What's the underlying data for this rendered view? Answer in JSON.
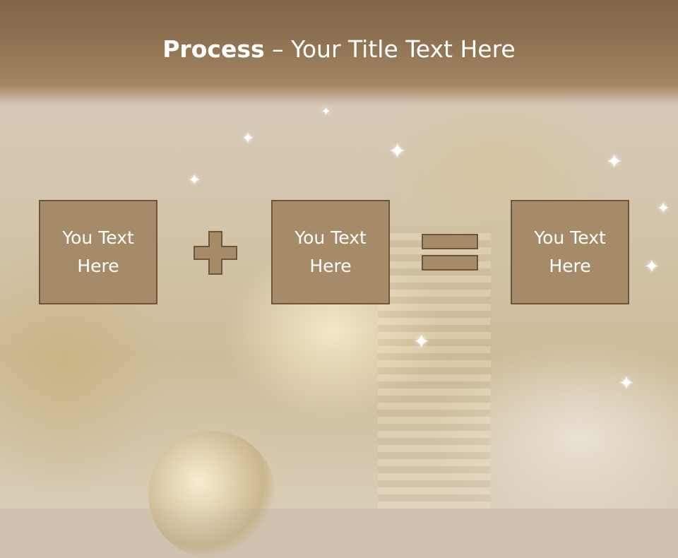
{
  "slide": {
    "title_bold": "Process",
    "title_rest": " – Your Title Text Here",
    "boxes": [
      {
        "label": "You Text Here"
      },
      {
        "label": "You Text Here"
      },
      {
        "label": "You Text Here"
      }
    ],
    "operators": [
      "plus-icon",
      "equals-icon"
    ],
    "colors": {
      "title_band": "#8a6e4e",
      "box_fill": "#a58b68",
      "box_border": "#6e5738",
      "text": "#ffffff"
    }
  }
}
